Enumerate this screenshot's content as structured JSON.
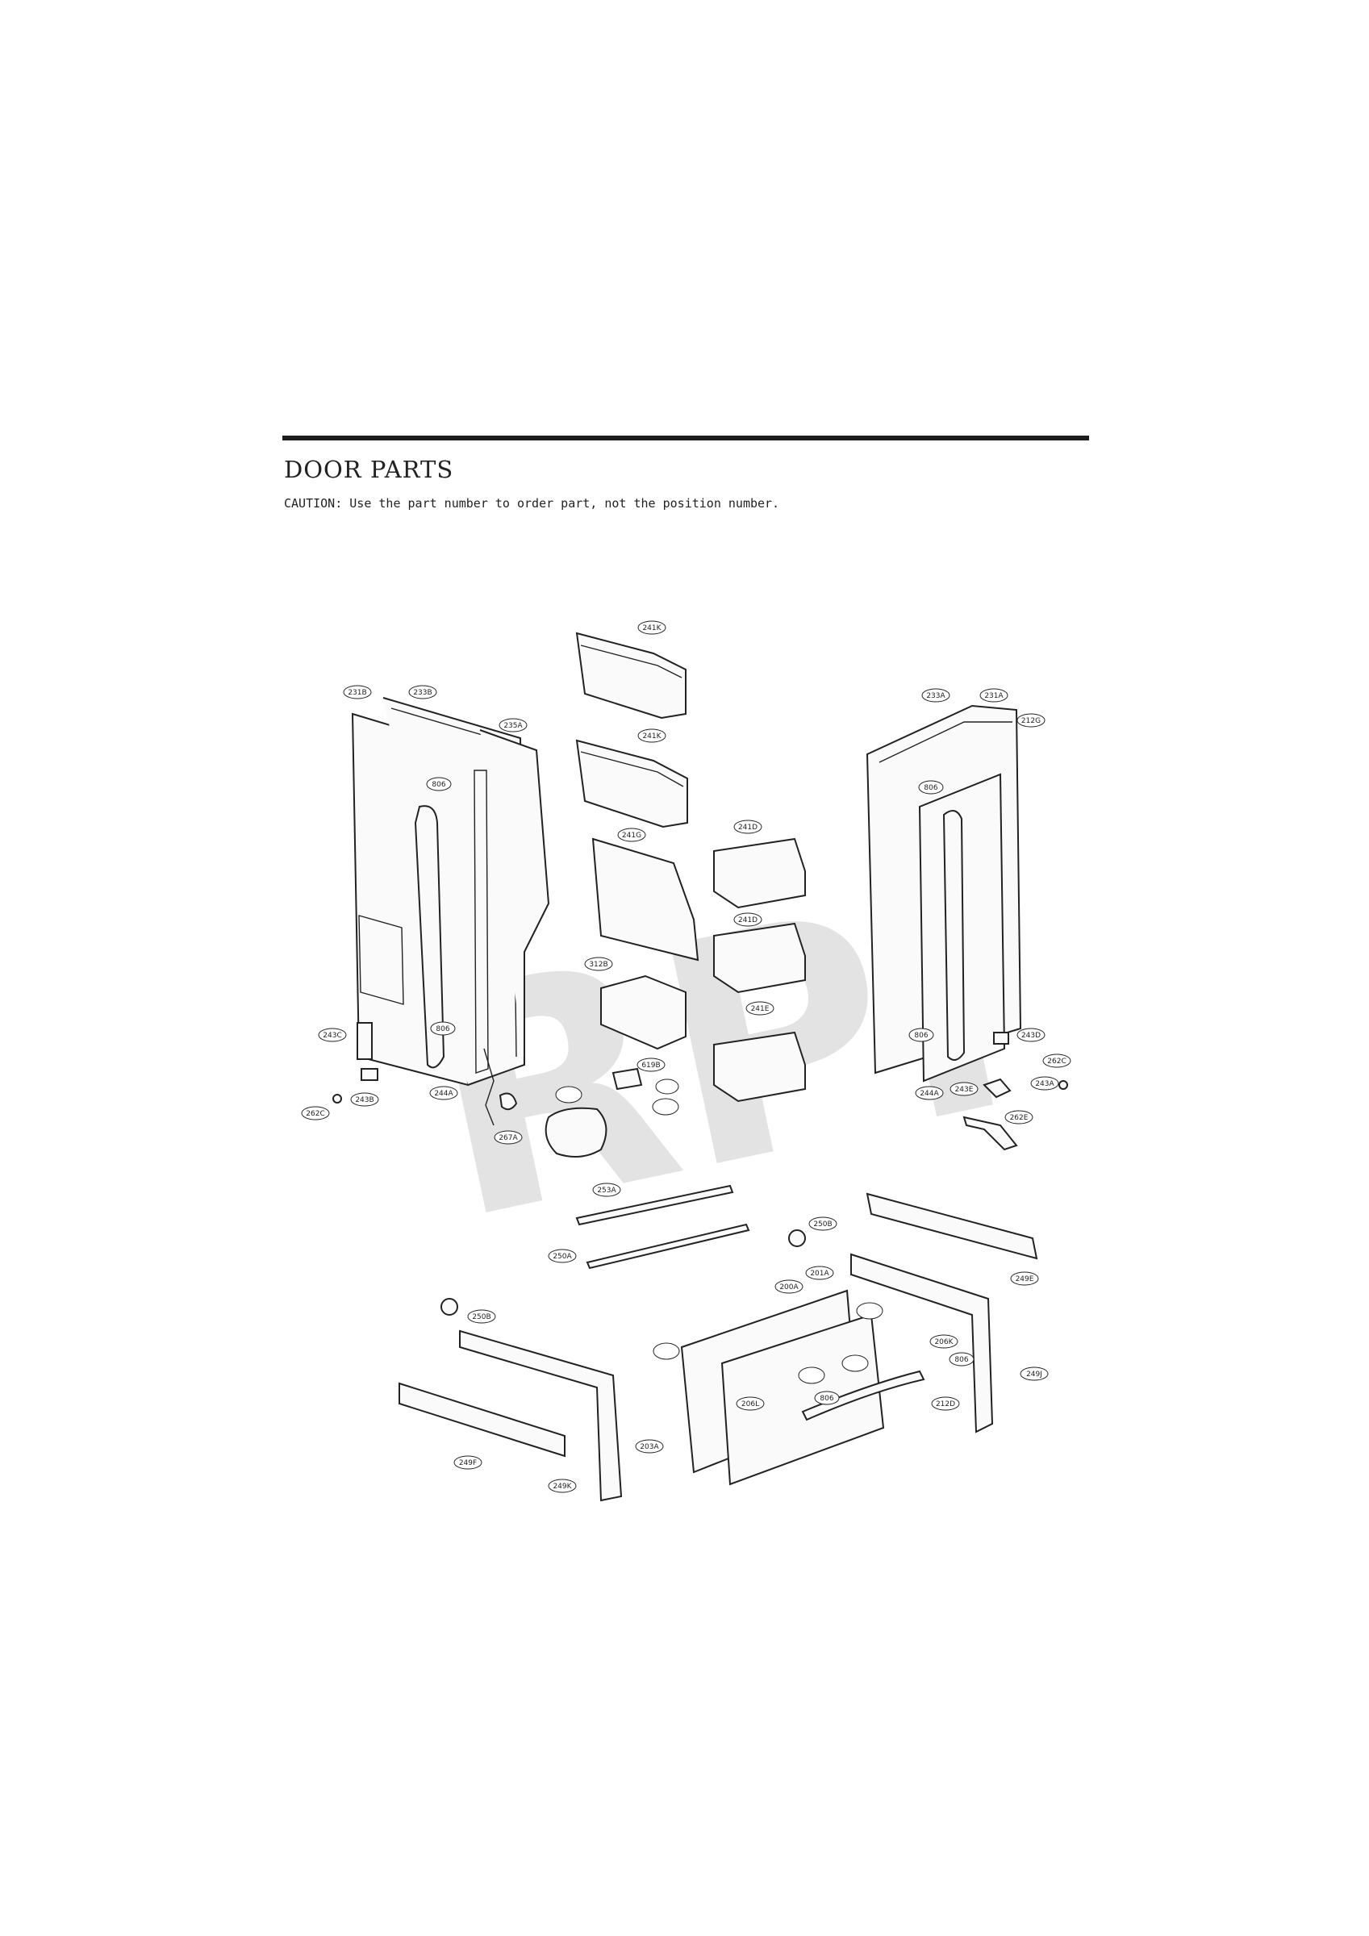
{
  "header": {
    "title": "DOOR PARTS",
    "caution": "CAUTION: Use the part number to order part, not the position number."
  },
  "watermark": "RPI",
  "part_labels": [
    {
      "id": "lbl-241K-a",
      "text": "241K"
    },
    {
      "id": "lbl-241K-b",
      "text": "241K"
    },
    {
      "id": "lbl-231B",
      "text": "231B"
    },
    {
      "id": "lbl-233B",
      "text": "233B"
    },
    {
      "id": "lbl-235A",
      "text": "235A"
    },
    {
      "id": "lbl-806-a",
      "text": "806"
    },
    {
      "id": "lbl-806-b",
      "text": "806"
    },
    {
      "id": "lbl-243C",
      "text": "243C"
    },
    {
      "id": "lbl-243B-left",
      "text": "243B"
    },
    {
      "id": "lbl-244A-left",
      "text": "244A"
    },
    {
      "id": "lbl-262C-left",
      "text": "262C"
    },
    {
      "id": "lbl-267A",
      "text": "267A"
    },
    {
      "id": "lbl-241G",
      "text": "241G"
    },
    {
      "id": "lbl-241D-a",
      "text": "241D"
    },
    {
      "id": "lbl-241D-b",
      "text": "241D"
    },
    {
      "id": "lbl-241E",
      "text": "241E"
    },
    {
      "id": "lbl-312B",
      "text": "312B"
    },
    {
      "id": "lbl-619B",
      "text": "619B"
    },
    {
      "id": "lbl-233A",
      "text": "233A"
    },
    {
      "id": "lbl-231A",
      "text": "231A"
    },
    {
      "id": "lbl-212G",
      "text": "212G"
    },
    {
      "id": "lbl-806-c",
      "text": "806"
    },
    {
      "id": "lbl-806-d",
      "text": "806"
    },
    {
      "id": "lbl-243D",
      "text": "243D"
    },
    {
      "id": "lbl-262C-right",
      "text": "262C"
    },
    {
      "id": "lbl-243A",
      "text": "243A"
    },
    {
      "id": "lbl-243E",
      "text": "243E"
    },
    {
      "id": "lbl-244A-right",
      "text": "244A"
    },
    {
      "id": "lbl-262E",
      "text": "262E"
    },
    {
      "id": "lbl-253A",
      "text": "253A"
    },
    {
      "id": "lbl-250B-a",
      "text": "250B"
    },
    {
      "id": "lbl-250A",
      "text": "250A"
    },
    {
      "id": "lbl-249E",
      "text": "249E"
    },
    {
      "id": "lbl-250B-b",
      "text": "250B"
    },
    {
      "id": "lbl-200A",
      "text": "200A"
    },
    {
      "id": "lbl-201A",
      "text": "201A"
    },
    {
      "id": "lbl-206K",
      "text": "206K"
    },
    {
      "id": "lbl-806-e",
      "text": "806"
    },
    {
      "id": "lbl-249J",
      "text": "249J"
    },
    {
      "id": "lbl-206L",
      "text": "206L"
    },
    {
      "id": "lbl-806-f",
      "text": "806"
    },
    {
      "id": "lbl-212D",
      "text": "212D"
    },
    {
      "id": "lbl-203A",
      "text": "203A"
    },
    {
      "id": "lbl-249F",
      "text": "249F"
    },
    {
      "id": "lbl-249K",
      "text": "249K"
    }
  ]
}
